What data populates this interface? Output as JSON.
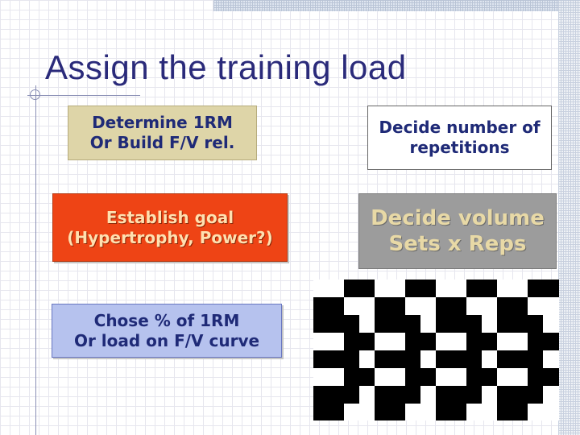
{
  "slide": {
    "title": "Assign the training load"
  },
  "boxes": {
    "one_rm": {
      "line1": "Determine 1RM",
      "line2": "Or Build F/V rel."
    },
    "repetitions": {
      "line1": "Decide number of",
      "line2": "repetitions"
    },
    "goal": {
      "line1": "Establish goal",
      "line2": "(Hypertrophy, Power?)"
    },
    "volume": {
      "line1": "Decide volume",
      "line2": "Sets x Reps"
    },
    "load": {
      "line1": "Chose % of 1RM",
      "line2": "Or load on F/V curve"
    }
  },
  "colors": {
    "title": "#2a2a7a",
    "one_rm_fill": "#ded5a8",
    "goal_fill": "#ee4415",
    "volume_fill": "#9c9c9c",
    "load_fill": "#b6c2ee",
    "pattern": "#000000"
  }
}
